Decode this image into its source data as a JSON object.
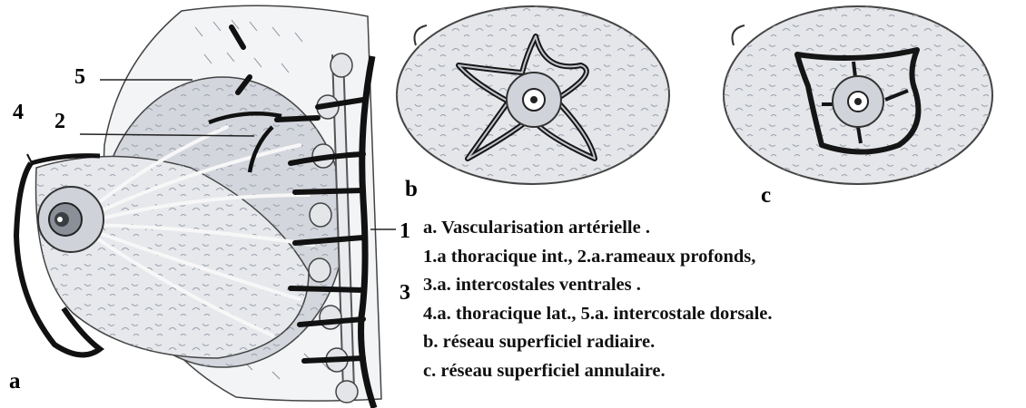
{
  "figure": {
    "callouts": [
      "1",
      "2",
      "3",
      "4",
      "5"
    ],
    "panels": [
      "a",
      "b",
      "c"
    ]
  },
  "legend": {
    "lines": [
      "a. Vascularisation artérielle .",
      "1.a thoracique int., 2.a.rameaux profonds,",
      "3.a. intercostales ventrales .",
      "4.a. thoracique lat., 5.a. intercostale dorsale.",
      "b. réseau superficiel radiaire.",
      "c. réseau superficiel annulaire."
    ]
  },
  "colors": {
    "vessel": "#111111",
    "gland": "#d9dbe0",
    "skin": "#eceef1",
    "outline": "#333333"
  }
}
